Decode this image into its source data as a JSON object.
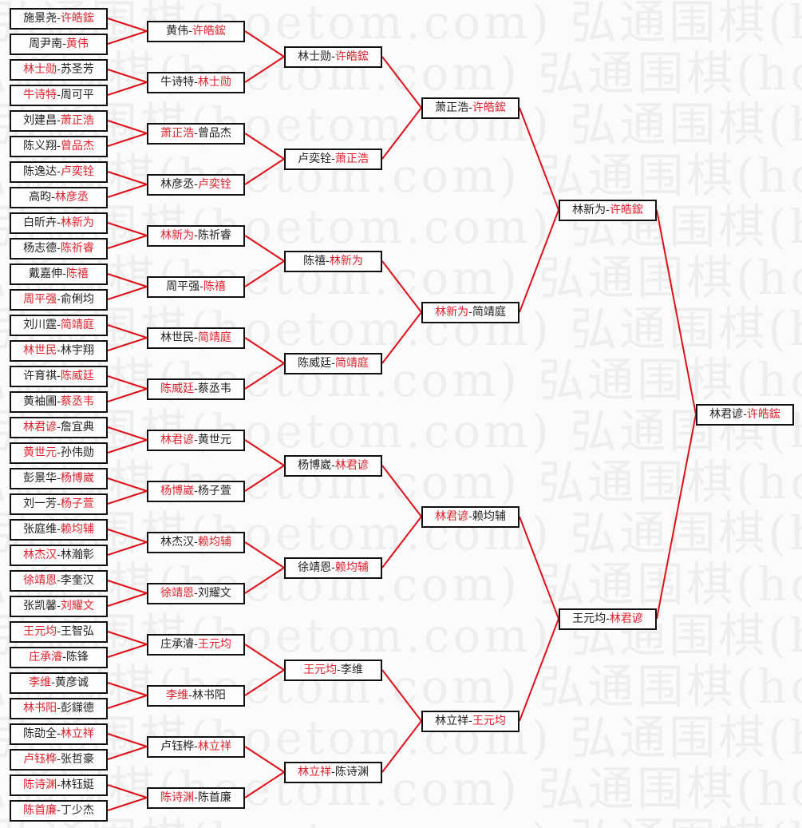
{
  "watermark": "弘通围棋(hoetom.com)",
  "colors": {
    "line": "#e0101a",
    "winner_text": "#e0202a",
    "loser_text": "#222222",
    "border": "#111111"
  },
  "separator": "-",
  "rounds": [
    {
      "name": "round-1",
      "matches": [
        {
          "a": "施景尧",
          "b": "许皓鋐",
          "winner": 1
        },
        {
          "a": "周尹南",
          "b": "黄伟",
          "winner": 1
        },
        {
          "a": "林士勋",
          "b": "苏圣芳",
          "winner": 0
        },
        {
          "a": "牛诗特",
          "b": "周可平",
          "winner": 0
        },
        {
          "a": "刘建昌",
          "b": "萧正浩",
          "winner": 1
        },
        {
          "a": "陈义翔",
          "b": "曾品杰",
          "winner": 1
        },
        {
          "a": "陈逸达",
          "b": "卢奕铨",
          "winner": 1
        },
        {
          "a": "高昀",
          "b": "林彦丞",
          "winner": 1
        },
        {
          "a": "白昕卉",
          "b": "林新为",
          "winner": 1
        },
        {
          "a": "杨志德",
          "b": "陈祈睿",
          "winner": 1
        },
        {
          "a": "戴嘉伸",
          "b": "陈禧",
          "winner": 1
        },
        {
          "a": "周平强",
          "b": "俞俐均",
          "winner": 0
        },
        {
          "a": "刘川霆",
          "b": "简靖庭",
          "winner": 1
        },
        {
          "a": "林世民",
          "b": "林宇翔",
          "winner": 0
        },
        {
          "a": "许育祺",
          "b": "陈威廷",
          "winner": 1
        },
        {
          "a": "黄袖圃",
          "b": "蔡丞韦",
          "winner": 1
        },
        {
          "a": "林君谚",
          "b": "詹宜典",
          "winner": 0
        },
        {
          "a": "黄世元",
          "b": "孙伟勋",
          "winner": 0
        },
        {
          "a": "彭景华",
          "b": "杨博崴",
          "winner": 1
        },
        {
          "a": "刘一芳",
          "b": "杨子萱",
          "winner": 1
        },
        {
          "a": "张庭维",
          "b": "赖均辅",
          "winner": 1
        },
        {
          "a": "林杰汉",
          "b": "林瀚彰",
          "winner": 0
        },
        {
          "a": "徐靖恩",
          "b": "李奎汉",
          "winner": 0
        },
        {
          "a": "张凯馨",
          "b": "刘耀文",
          "winner": 1
        },
        {
          "a": "王元均",
          "b": "王智弘",
          "winner": 0
        },
        {
          "a": "庄承濬",
          "b": "陈锋",
          "winner": 0
        },
        {
          "a": "李维",
          "b": "黄彦诚",
          "winner": 0
        },
        {
          "a": "林书阳",
          "b": "彭鏼德",
          "winner": 0
        },
        {
          "a": "陈劭全",
          "b": "林立祥",
          "winner": 1
        },
        {
          "a": "卢钰桦",
          "b": "张哲豪",
          "winner": 0
        },
        {
          "a": "陈诗渊",
          "b": "林钰娗",
          "winner": 0
        },
        {
          "a": "陈首廉",
          "b": "丁少杰",
          "winner": 0
        }
      ]
    },
    {
      "name": "round-2",
      "matches": [
        {
          "a": "黄伟",
          "b": "许皓鋐",
          "winner": 1
        },
        {
          "a": "牛诗特",
          "b": "林士勋",
          "winner": 1
        },
        {
          "a": "萧正浩",
          "b": "曾品杰",
          "winner": 0
        },
        {
          "a": "林彦丞",
          "b": "卢奕铨",
          "winner": 1
        },
        {
          "a": "林新为",
          "b": "陈祈睿",
          "winner": 0
        },
        {
          "a": "周平强",
          "b": "陈禧",
          "winner": 1
        },
        {
          "a": "林世民",
          "b": "简靖庭",
          "winner": 1
        },
        {
          "a": "陈威廷",
          "b": "蔡丞韦",
          "winner": 0
        },
        {
          "a": "林君谚",
          "b": "黄世元",
          "winner": 0
        },
        {
          "a": "杨博崴",
          "b": "杨子萱",
          "winner": 0
        },
        {
          "a": "林杰汉",
          "b": "赖均辅",
          "winner": 1
        },
        {
          "a": "徐靖恩",
          "b": "刘耀文",
          "winner": 0
        },
        {
          "a": "庄承濬",
          "b": "王元均",
          "winner": 1
        },
        {
          "a": "李维",
          "b": "林书阳",
          "winner": 0
        },
        {
          "a": "卢钰桦",
          "b": "林立祥",
          "winner": 1
        },
        {
          "a": "陈诗渊",
          "b": "陈首廉",
          "winner": 0
        }
      ]
    },
    {
      "name": "round-3",
      "matches": [
        {
          "a": "林士勋",
          "b": "许皓鋐",
          "winner": 1
        },
        {
          "a": "卢奕铨",
          "b": "萧正浩",
          "winner": 1
        },
        {
          "a": "陈禧",
          "b": "林新为",
          "winner": 1
        },
        {
          "a": "陈威廷",
          "b": "简靖庭",
          "winner": 1
        },
        {
          "a": "杨博崴",
          "b": "林君谚",
          "winner": 1
        },
        {
          "a": "徐靖恩",
          "b": "赖均辅",
          "winner": 1
        },
        {
          "a": "王元均",
          "b": "李维",
          "winner": 0
        },
        {
          "a": "林立祥",
          "b": "陈诗渊",
          "winner": 0
        }
      ]
    },
    {
      "name": "round-4",
      "matches": [
        {
          "a": "萧正浩",
          "b": "许皓鋐",
          "winner": 1
        },
        {
          "a": "林新为",
          "b": "简靖庭",
          "winner": 0
        },
        {
          "a": "林君谚",
          "b": "赖均辅",
          "winner": 0
        },
        {
          "a": "林立祥",
          "b": "王元均",
          "winner": 1
        }
      ]
    },
    {
      "name": "semifinal",
      "matches": [
        {
          "a": "林新为",
          "b": "许皓鋐",
          "winner": 1
        },
        {
          "a": "王元均",
          "b": "林君谚",
          "winner": 1
        }
      ]
    },
    {
      "name": "final",
      "matches": [
        {
          "a": "林君谚",
          "b": "许皓鋐",
          "winner": 1
        }
      ]
    }
  ]
}
